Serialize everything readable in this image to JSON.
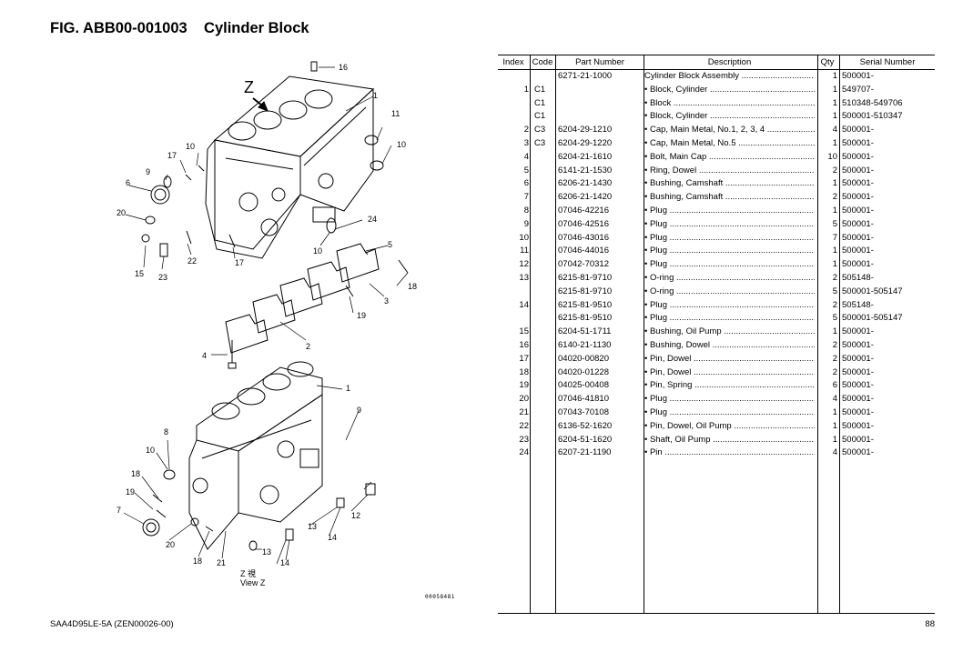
{
  "title": "FIG. ABB00-001003    Cylinder Block",
  "figure": {
    "callouts": [
      "1",
      "2",
      "3",
      "4",
      "5",
      "6",
      "7",
      "8",
      "9",
      "10",
      "11",
      "12",
      "13",
      "14",
      "15",
      "16",
      "17",
      "18",
      "19",
      "20",
      "21",
      "22",
      "23",
      "24"
    ],
    "arrow_label": "Z",
    "view_label_jp": "Z 視",
    "view_label": "View Z",
    "drawing_code": "00058481"
  },
  "table": {
    "headers": [
      "Index",
      "Code",
      "Part Number",
      "Description",
      "Qty",
      "Serial Number"
    ],
    "rows": [
      {
        "index": "",
        "code": "",
        "part": "6271-21-1000",
        "desc": "Cylinder Block Assembly",
        "qty": "1",
        "serial": "500001-"
      },
      {
        "index": "1",
        "code": "C1",
        "part": "",
        "desc": "• Block, Cylinder",
        "qty": "1",
        "serial": "549707-"
      },
      {
        "index": "",
        "code": "C1",
        "part": "",
        "desc": "• Block",
        "qty": "1",
        "serial": "510348-549706"
      },
      {
        "index": "",
        "code": "C1",
        "part": "",
        "desc": "• Block, Cylinder",
        "qty": "1",
        "serial": "500001-510347"
      },
      {
        "index": "2",
        "code": "C3",
        "part": "6204-29-1210",
        "desc": "• Cap, Main Metal, No.1, 2, 3, 4",
        "qty": "4",
        "serial": "500001-"
      },
      {
        "index": "3",
        "code": "C3",
        "part": "6204-29-1220",
        "desc": "• Cap, Main Metal, No.5",
        "qty": "1",
        "serial": "500001-"
      },
      {
        "index": "4",
        "code": "",
        "part": "6204-21-1610",
        "desc": "• Bolt, Main Cap",
        "qty": "10",
        "serial": "500001-"
      },
      {
        "index": "5",
        "code": "",
        "part": "6141-21-1530",
        "desc": "• Ring, Dowel",
        "qty": "2",
        "serial": "500001-"
      },
      {
        "index": "6",
        "code": "",
        "part": "6206-21-1430",
        "desc": "• Bushing, Camshaft",
        "qty": "1",
        "serial": "500001-"
      },
      {
        "index": "7",
        "code": "",
        "part": "6206-21-1420",
        "desc": "• Bushing, Camshaft",
        "qty": "2",
        "serial": "500001-"
      },
      {
        "index": "8",
        "code": "",
        "part": "07046-42216",
        "desc": "• Plug",
        "qty": "1",
        "serial": "500001-"
      },
      {
        "index": "9",
        "code": "",
        "part": "07046-42516",
        "desc": "• Plug",
        "qty": "5",
        "serial": "500001-"
      },
      {
        "index": "10",
        "code": "",
        "part": "07046-43016",
        "desc": "• Plug",
        "qty": "7",
        "serial": "500001-"
      },
      {
        "index": "11",
        "code": "",
        "part": "07046-44016",
        "desc": "• Plug",
        "qty": "1",
        "serial": "500001-"
      },
      {
        "index": "12",
        "code": "",
        "part": "07042-70312",
        "desc": "• Plug",
        "qty": "1",
        "serial": "500001-"
      },
      {
        "index": "13",
        "code": "",
        "part": "6215-81-9710",
        "desc": "• O-ring",
        "qty": "2",
        "serial": "505148-"
      },
      {
        "index": "",
        "code": "",
        "part": "6215-81-9710",
        "desc": "• O-ring",
        "qty": "5",
        "serial": "500001-505147"
      },
      {
        "index": "14",
        "code": "",
        "part": "6215-81-9510",
        "desc": "• Plug",
        "qty": "2",
        "serial": "505148-"
      },
      {
        "index": "",
        "code": "",
        "part": "6215-81-9510",
        "desc": "• Plug",
        "qty": "5",
        "serial": "500001-505147"
      },
      {
        "index": "15",
        "code": "",
        "part": "6204-51-1711",
        "desc": "• Bushing, Oil Pump",
        "qty": "1",
        "serial": "500001-"
      },
      {
        "index": "16",
        "code": "",
        "part": "6140-21-1130",
        "desc": "• Bushing, Dowel",
        "qty": "2",
        "serial": "500001-"
      },
      {
        "index": "17",
        "code": "",
        "part": "04020-00820",
        "desc": "• Pin, Dowel",
        "qty": "2",
        "serial": "500001-"
      },
      {
        "index": "18",
        "code": "",
        "part": "04020-01228",
        "desc": "• Pin, Dowel",
        "qty": "2",
        "serial": "500001-"
      },
      {
        "index": "19",
        "code": "",
        "part": "04025-00408",
        "desc": "• Pin, Spring",
        "qty": "6",
        "serial": "500001-"
      },
      {
        "index": "20",
        "code": "",
        "part": "07046-41810",
        "desc": "• Plug",
        "qty": "4",
        "serial": "500001-"
      },
      {
        "index": "21",
        "code": "",
        "part": "07043-70108",
        "desc": "• Plug",
        "qty": "1",
        "serial": "500001-"
      },
      {
        "index": "22",
        "code": "",
        "part": "6136-52-1620",
        "desc": "• Pin, Dowel, Oil Pump",
        "qty": "1",
        "serial": "500001-"
      },
      {
        "index": "23",
        "code": "",
        "part": "6204-51-1620",
        "desc": "• Shaft, Oil Pump",
        "qty": "1",
        "serial": "500001-"
      },
      {
        "index": "24",
        "code": "",
        "part": "6207-21-1190",
        "desc": "• Pin",
        "qty": "4",
        "serial": "500001-"
      }
    ]
  },
  "footer": {
    "model": "SAA4D95LE-5A (ZEN00026-00)",
    "page": "88"
  }
}
